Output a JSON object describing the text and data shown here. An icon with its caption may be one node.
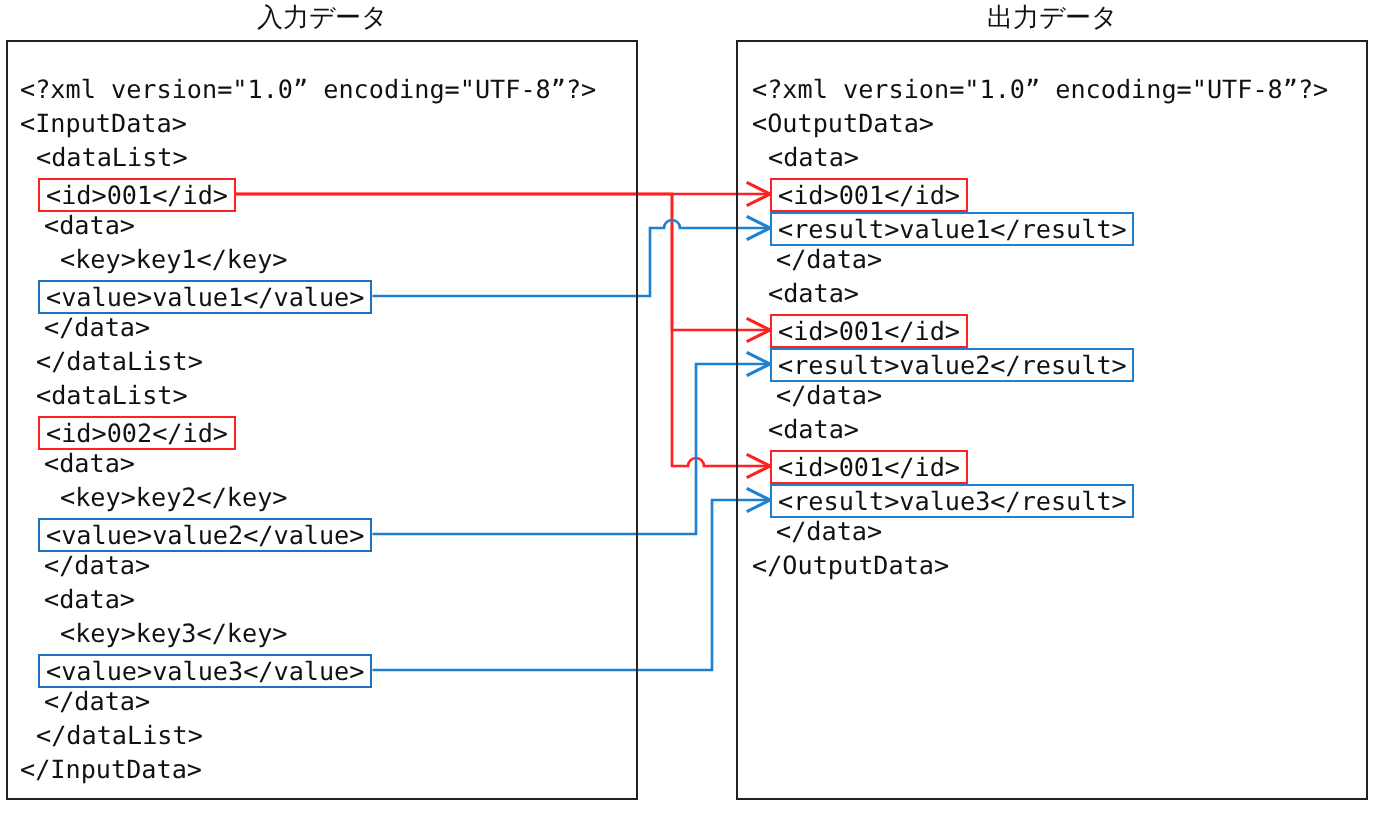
{
  "diagram": {
    "nodes": [
      {
        "text": [
          "入力データ"
        ]
      },
      {
        "text": [
          "<id>001</id>"
        ],
        "in": 0
      },
      {
        "text": [
          "<value>value1</value>"
        ],
        "in": 0
      },
      {
        "text": [
          "<id>002</id>"
        ],
        "in": 0
      },
      {
        "text": [
          "<value>value2</value>"
        ],
        "in": 0
      },
      {
        "text": [
          "<value>value3</value>"
        ],
        "in": 0
      },
      {
        "text": [
          "出力データ"
        ]
      },
      {
        "text": [
          "<id>001</id>"
        ],
        "in": 6
      },
      {
        "text": [
          "<result>value1</result>"
        ],
        "in": 6
      },
      {
        "text": [
          "<id>001</id>"
        ],
        "in": 6
      },
      {
        "text": [
          "<result>value2</result>"
        ],
        "in": 6
      },
      {
        "text": [
          "<id>001</id>"
        ],
        "in": 6
      },
      {
        "text": [
          "<result>value3</result>"
        ],
        "in": 6
      }
    ],
    "edges": [
      {
        "from": 1,
        "to": 7,
        "arrow": "to",
        "color": "#ff2020"
      },
      {
        "from": 1,
        "to": 9,
        "arrow": "to",
        "color": "#ff2020"
      },
      {
        "from": 1,
        "to": 11,
        "arrow": "to",
        "color": "#ff2020"
      },
      {
        "from": 2,
        "to": 8,
        "arrow": "to",
        "color": "#2080d0"
      },
      {
        "from": 4,
        "to": 10,
        "arrow": "to",
        "color": "#2080d0"
      },
      {
        "from": 5,
        "to": 12,
        "arrow": "to",
        "color": "#2080d0"
      }
    ],
    "labels": [
      "<?xml version=\"1.0” encoding=\"UTF-8”?>",
      "<InputData>",
      "<dataList>",
      "<data>",
      "<key>key1</key>",
      "</data>",
      "</dataList>",
      "<dataList>",
      "<data>",
      "<key>key2</key>",
      "</data>",
      "<data>",
      "<key>key3</key>",
      "</data>",
      "</dataList>",
      "</InputData>",
      "<?xml version=\"1.0” encoding=\"UTF-8”?>",
      "<OutputData>",
      "<data>",
      "</data>",
      "<data>",
      "</data>",
      "<data>",
      "</data>",
      "</OutputData>"
    ]
  }
}
